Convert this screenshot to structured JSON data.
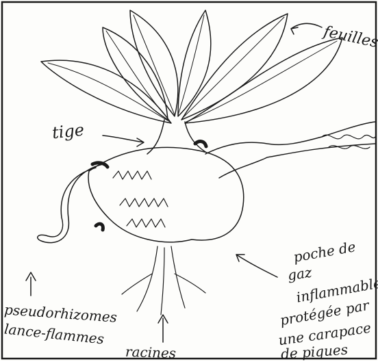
{
  "labels": {
    "feuilles": "feuilles",
    "tige": "tige",
    "poche": [
      "poche de",
      "gaz",
      "inflammable",
      "protégée par",
      "une carapace",
      "de piques"
    ],
    "pseudorhizomes": [
      "pseudorhizomes",
      "lance-flammes"
    ],
    "racines": "racines"
  },
  "colors": {
    "ink": "#1a1a1a",
    "paper": "#fdfdfb"
  }
}
